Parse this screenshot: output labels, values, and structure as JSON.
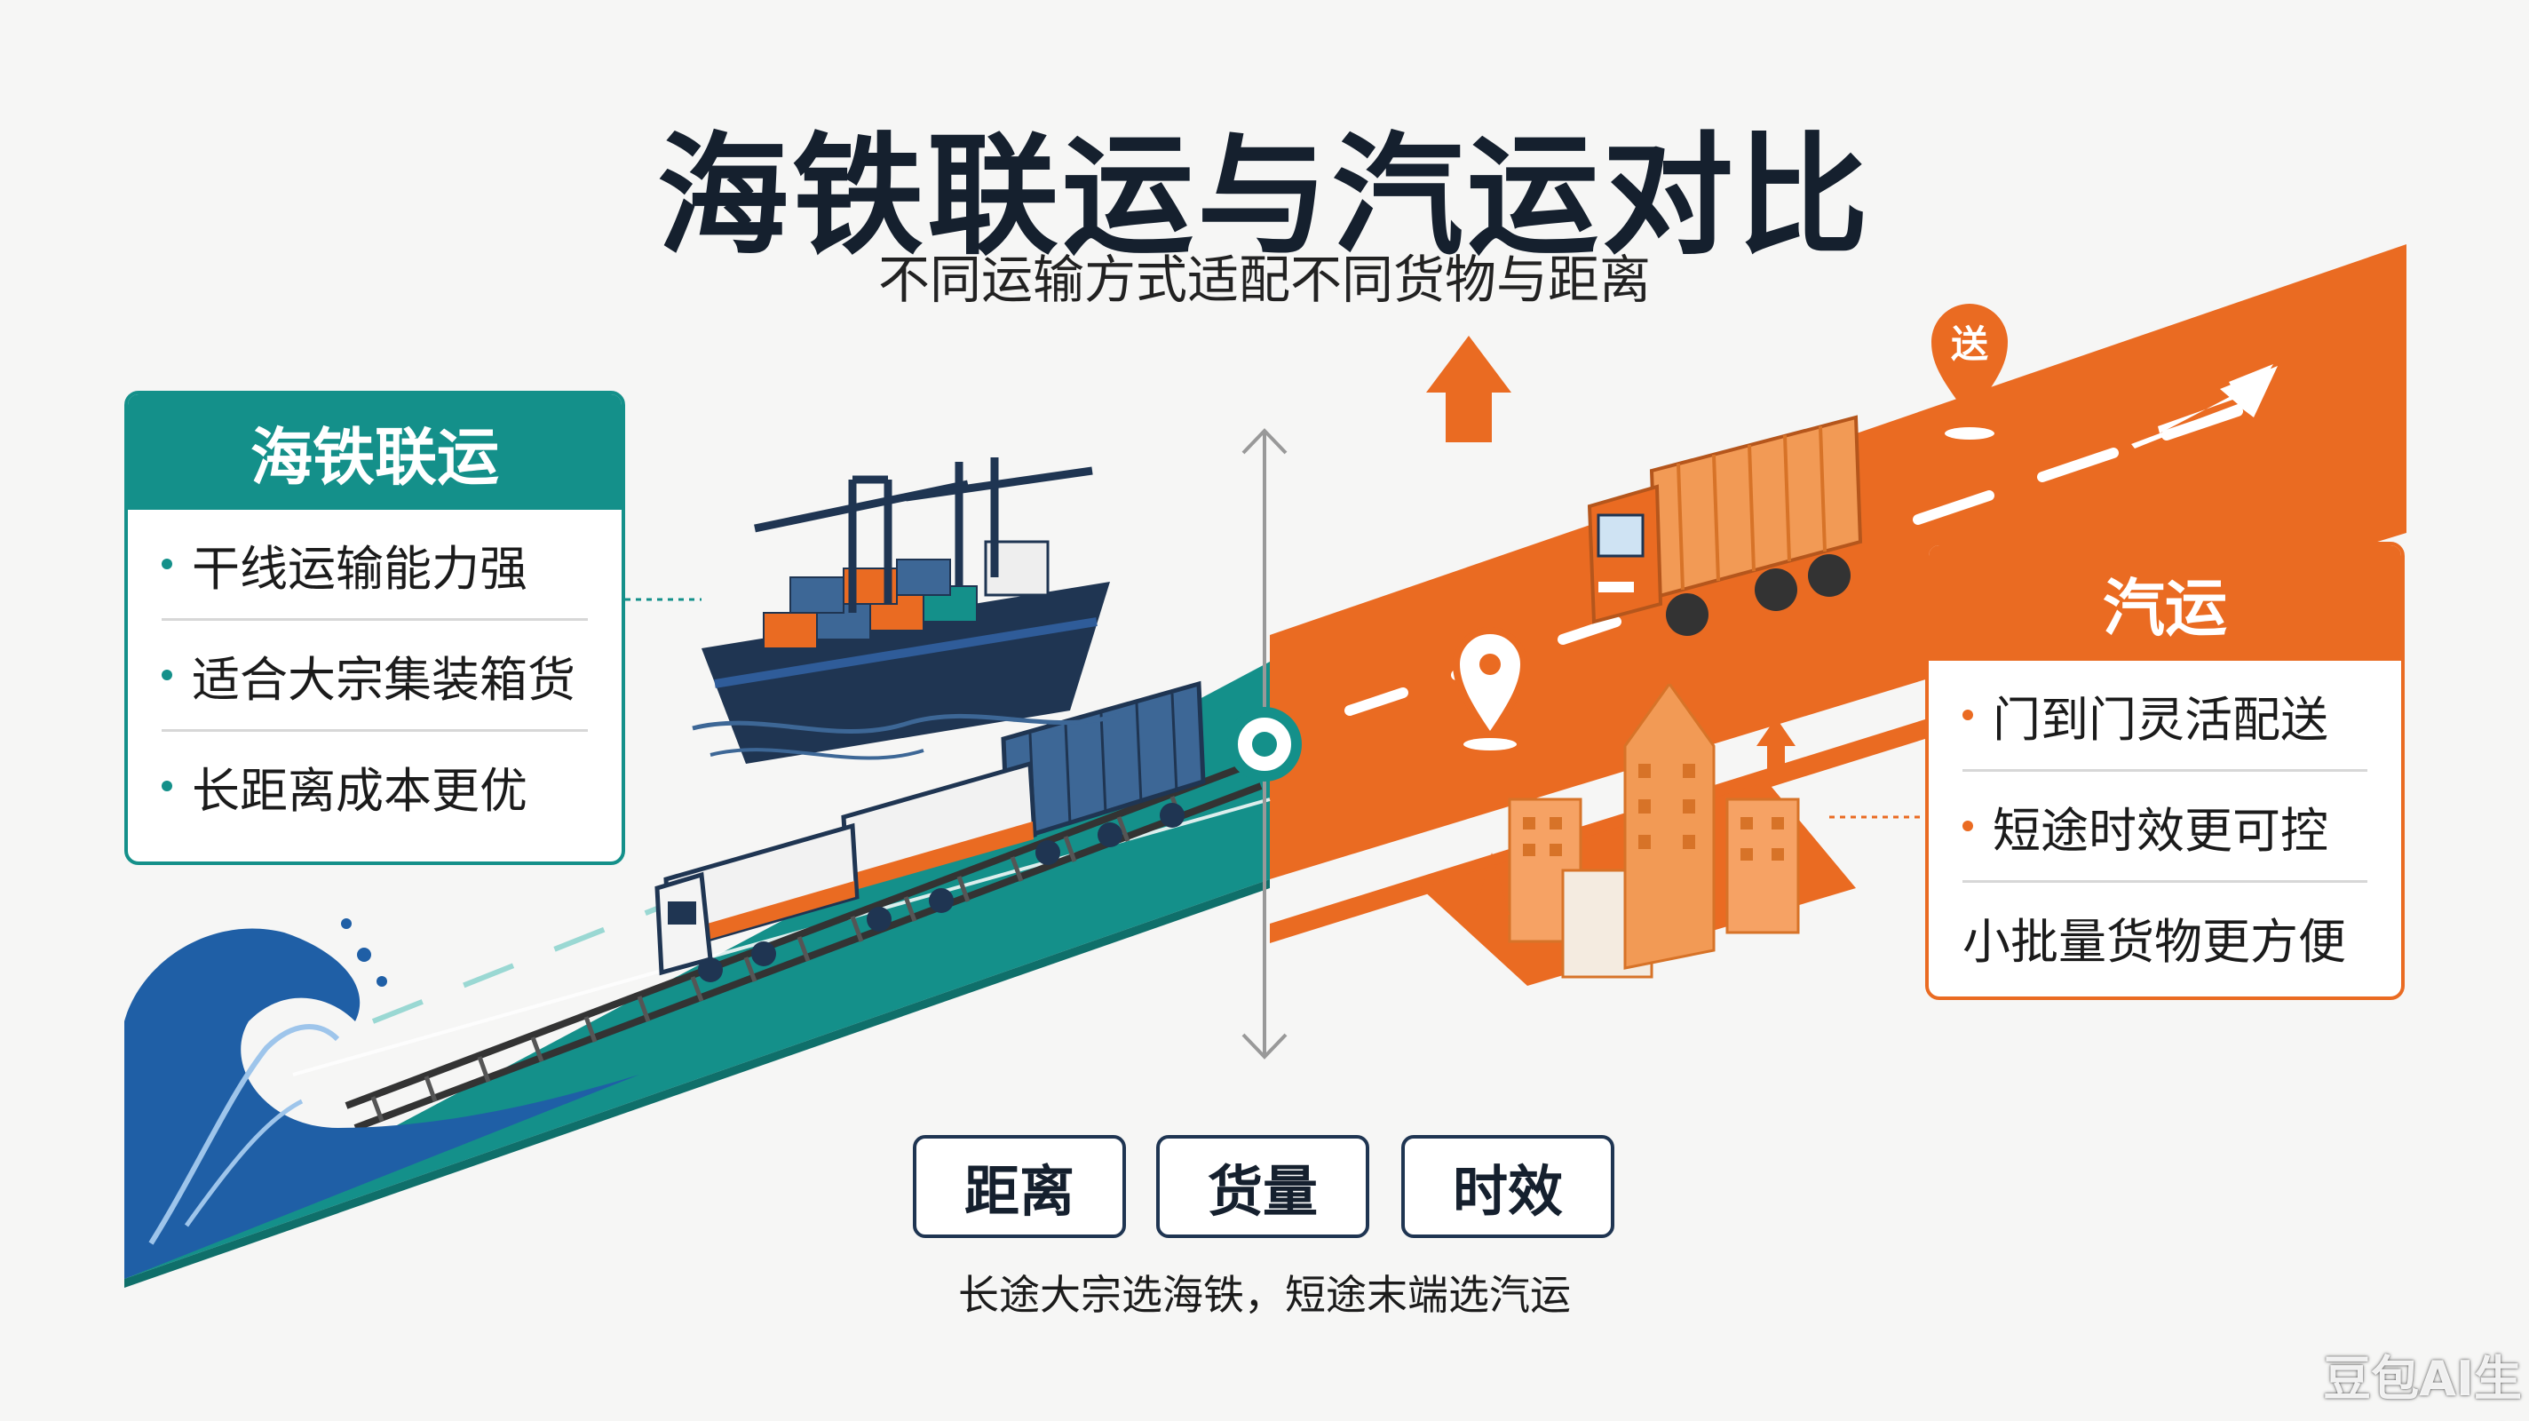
{
  "title": "海铁联运与汽运对比",
  "subtitle": "不同运输方式适配不同货物与距离",
  "sea_rail": {
    "heading": "海铁联运",
    "points": [
      "干线运输能力强",
      "适合大宗集装箱货",
      "长距离成本更优"
    ]
  },
  "road": {
    "heading": "汽运",
    "points": [
      "门到门灵活配送",
      "短途时效更可控",
      "小批量货物更方便"
    ],
    "pin_label": "送"
  },
  "factors": [
    "距离",
    "货量",
    "时效"
  ],
  "summary": "长途大宗选海铁，短途末端选汽运",
  "watermark": "豆包AI生成",
  "colors": {
    "teal": "#14908a",
    "orange": "#ea6b22",
    "navy": "#1f3552",
    "wave_blue": "#1f5fa6"
  },
  "icons": [
    "cargo-ship-icon",
    "port-crane-icon",
    "freight-train-icon",
    "cargo-truck-icon",
    "location-pin-icon",
    "city-buildings-icon",
    "wave-icon",
    "arrow-icon"
  ]
}
